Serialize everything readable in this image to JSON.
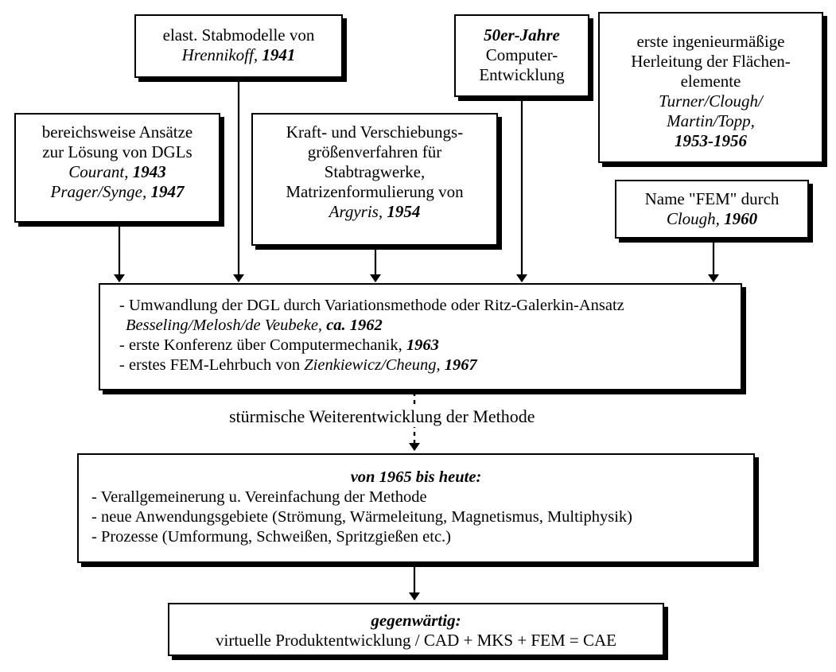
{
  "boxes": {
    "hrennikoff": {
      "line1": "elast. Stabmodelle von",
      "author": "Hrennikoff,",
      "year": "1941"
    },
    "computer": {
      "era": "50er-Jahre",
      "line2": "Computer-",
      "line3": "Entwicklung"
    },
    "turner": {
      "line1": "erste ingenieurmäßige",
      "line2": "Herleitung der Flächen-",
      "line3": "elemente",
      "author1": "Turner/Clough/",
      "author2": "Martin/Topp,",
      "year": "1953-1956"
    },
    "courant": {
      "line1": "bereichsweise Ansätze",
      "line2": "zur Lösung von DGLs",
      "author1": "Courant,",
      "year1": "1943",
      "author2": "Prager/Synge,",
      "year2": "1947"
    },
    "argyris": {
      "line1": "Kraft- und Verschiebungs-",
      "line2": "größenverfahren für",
      "line3": "Stabtragwerke,",
      "line4": "Matrizenformulierung von",
      "author": "Argyris,",
      "year": "1954"
    },
    "fem_name": {
      "line1": "Name \"FEM\" durch",
      "author": "Clough,",
      "year": "1960"
    },
    "middle": {
      "item1": "- Umwandlung der DGL durch Variationsmethode oder  Ritz-Galerkin-Ansatz",
      "item1_author": "Besseling/Melosh/de Veubeke,",
      "item1_year": "ca. 1962",
      "item2": "- erste Konferenz über Computermechanik,",
      "item2_year": "1963",
      "item3": "- erstes FEM-Lehrbuch von",
      "item3_author": "Zienkiewicz/Cheung,",
      "item3_year": "1967"
    },
    "caption": "stürmische Weiterentwicklung der Methode",
    "since1965": {
      "title": "von 1965 bis heute:",
      "item1": "- Verallgemeinerung u. Vereinfachung der Methode",
      "item2": "- neue Anwendungsgebiete (Strömung, Wärmeleitung,  Magnetismus, Multiphysik)",
      "item3": "- Prozesse (Umformung, Schweißen, Spritzgießen etc.)"
    },
    "current": {
      "title": "gegenwärtig:",
      "line": "virtuelle Produktentwicklung / CAD + MKS + FEM = CAE"
    }
  }
}
